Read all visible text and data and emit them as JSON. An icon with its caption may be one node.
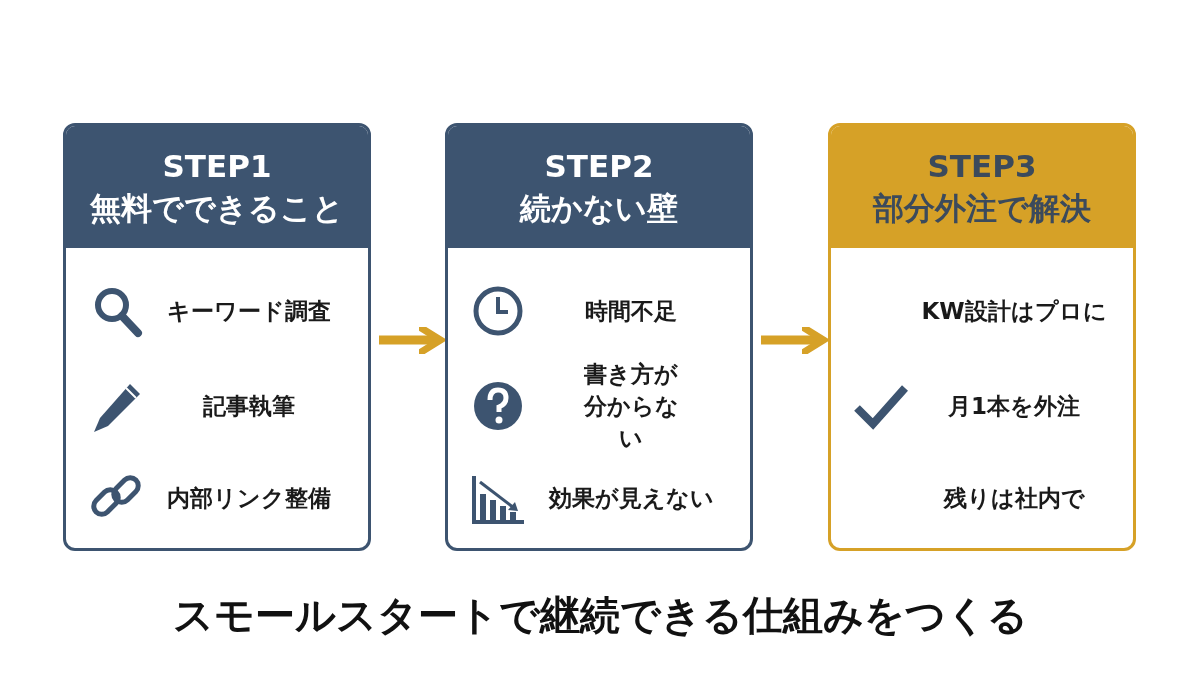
{
  "diagram": {
    "nodes": [
      {
        "text": [
          "STEP1",
          "無料でできること"
        ]
      },
      {
        "text": [
          "キーワード調査"
        ],
        "in": 0
      },
      {
        "text": [
          "記事執筆"
        ],
        "in": 0
      },
      {
        "text": [
          "内部リンク整備"
        ],
        "in": 0
      },
      {
        "text": [
          "STEP2",
          "続かない壁"
        ]
      },
      {
        "text": [
          "時間不足"
        ],
        "in": 4
      },
      {
        "text": [
          "書き方が分からない"
        ],
        "in": 4
      },
      {
        "text": [
          "効果が見えない"
        ],
        "in": 4
      },
      {
        "text": [
          "STEP3",
          "部分外注で解決"
        ]
      },
      {
        "text": [
          "KW設計はプロに"
        ],
        "in": 8
      },
      {
        "text": [
          "月1本を外注"
        ],
        "in": 8
      },
      {
        "text": [
          "残りは社内で"
        ],
        "in": 8
      }
    ],
    "edges": [
      {
        "from": 0,
        "to": 4,
        "arrow": "to"
      },
      {
        "from": 4,
        "to": 8,
        "arrow": "to"
      }
    ],
    "caption": "スモールスタートで継続できる仕組みをつくる"
  }
}
